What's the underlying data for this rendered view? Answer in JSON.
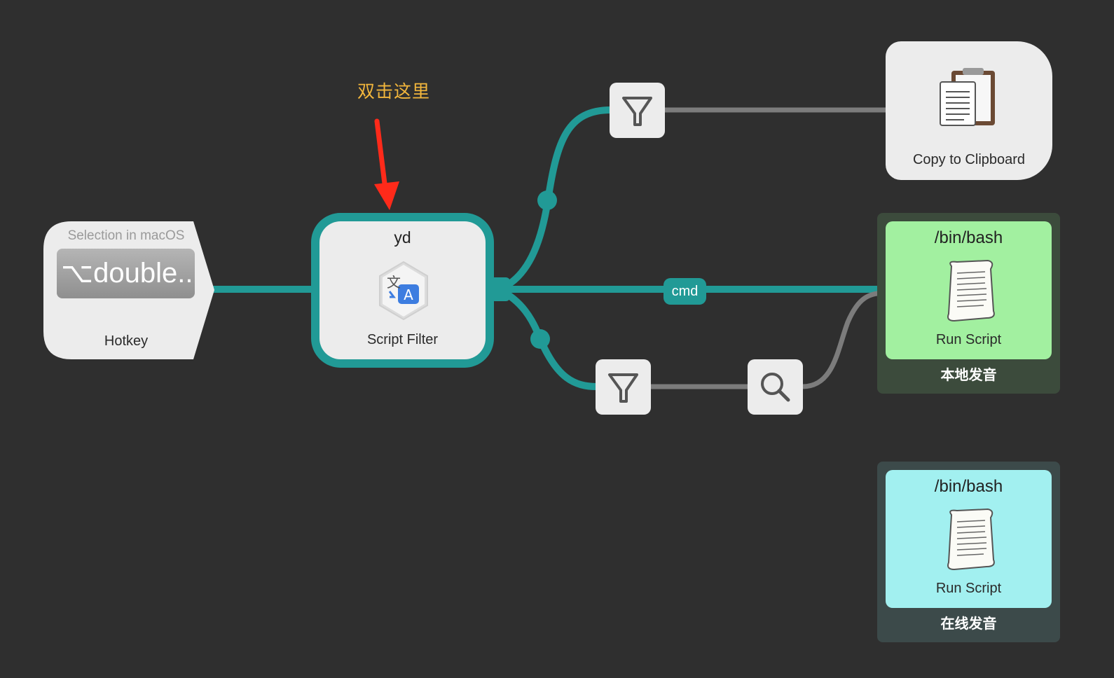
{
  "annotation": {
    "text": "双击这里",
    "color": "#f2b63c",
    "arrow_color": "#ff2a1a"
  },
  "colors": {
    "background": "#2f2f2f",
    "connection_primary": "#219a96",
    "connection_secondary": "#7c7c7c",
    "node_fill": "#ececec",
    "run_script_green": "#a2f0a0",
    "run_script_cyan": "#a2f0f0"
  },
  "hotkey_node": {
    "subtitle": "Selection in macOS",
    "key": "⌥double...",
    "title": "Hotkey"
  },
  "script_filter_node": {
    "keyword": "yd",
    "icon": "translate-icon",
    "title": "Script Filter"
  },
  "filter_top": {
    "icon": "filter-icon"
  },
  "filter_bottom": {
    "icon": "filter-icon"
  },
  "search_node": {
    "icon": "search-icon"
  },
  "connection_modifier": {
    "label": "cmd"
  },
  "clipboard_node": {
    "icon": "clipboard-icon",
    "title": "Copy to Clipboard"
  },
  "run_scripts": [
    {
      "language": "/bin/bash",
      "icon": "script-scroll-icon",
      "title": "Run Script",
      "note": "本地发音"
    },
    {
      "language": "/bin/bash",
      "icon": "script-scroll-icon",
      "title": "Run Script",
      "note": "在线发音"
    }
  ]
}
